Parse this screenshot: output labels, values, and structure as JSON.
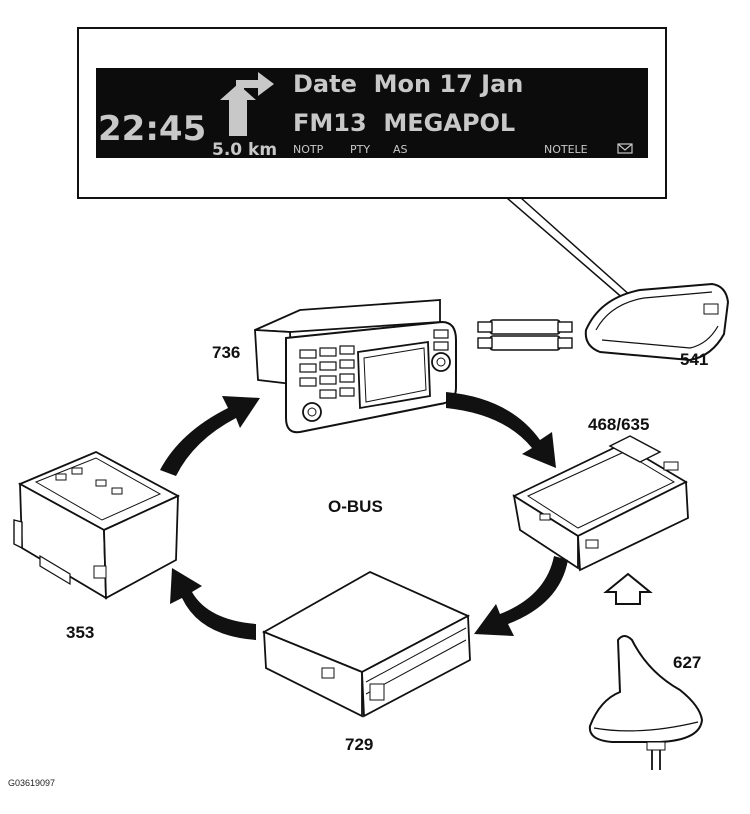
{
  "display": {
    "time": "22:45",
    "distance": "5.0 km",
    "line1": "Date  Mon 17 Jan",
    "line2": "FM13  MEGAPOL",
    "status_left": [
      "NOTP",
      "PTY",
      "AS"
    ],
    "status_right": "NOTELE",
    "mail_icon": "envelope-icon",
    "nav_icon": "turn-right-arrow-icon"
  },
  "labels": {
    "center": "O-BUS",
    "head_unit": "736",
    "display_module": "541",
    "tuner_module": "468/635",
    "antenna": "627",
    "cd_changer": "729",
    "amplifier": "353"
  },
  "figure_code": "G03619097",
  "colors": {
    "display_bg": "#0c0c0c",
    "display_text": "#c8c8c8",
    "line": "#111111"
  }
}
